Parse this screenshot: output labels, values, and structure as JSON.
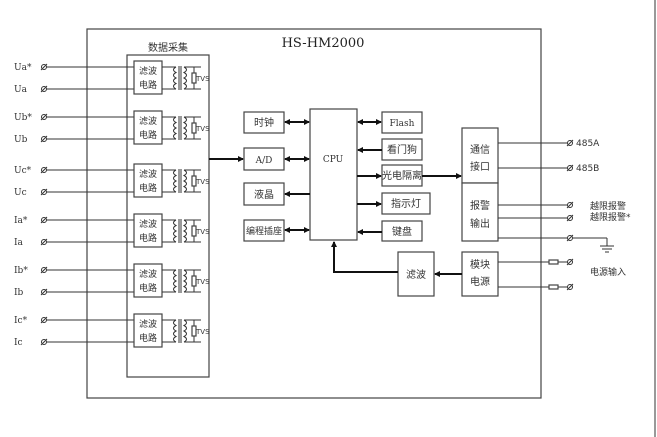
{
  "title": "HS-HM2000",
  "acquisition_label": "数据采集",
  "input_terminals": [
    {
      "label": "Ua*"
    },
    {
      "label": "Ua"
    },
    {
      "label": "Ub*"
    },
    {
      "label": "Ub"
    },
    {
      "label": "Uc*"
    },
    {
      "label": "Uc"
    },
    {
      "label": "Ia*"
    },
    {
      "label": "Ia"
    },
    {
      "label": "Ib*"
    },
    {
      "label": "Ib"
    },
    {
      "label": "Ic*"
    },
    {
      "label": "Ic"
    }
  ],
  "filter_circuit": {
    "line1": "滤波",
    "line2": "电路",
    "tvs": "TVS"
  },
  "cpu": "CPU",
  "left_blocks": {
    "clock": "时钟",
    "adc": "A/D",
    "lcd": "液晶",
    "prog": "编程插座"
  },
  "right_blocks": {
    "flash": "Flash",
    "watchdog": "看门狗",
    "optocoupler": "光电隔离",
    "indicator": "指示灯",
    "keyboard": "键盘"
  },
  "comm": {
    "line1": "通信",
    "line2": "接口"
  },
  "alarm": {
    "line1": "报警",
    "line2": "输出"
  },
  "filter": "滤波",
  "power": {
    "line1": "模块",
    "line2": "电源"
  },
  "output_terminals": {
    "rs485a": "485A",
    "rs485b": "485B",
    "alarm1": "越限报警",
    "alarm2": "越限报警*",
    "power_in": "电源输入"
  }
}
